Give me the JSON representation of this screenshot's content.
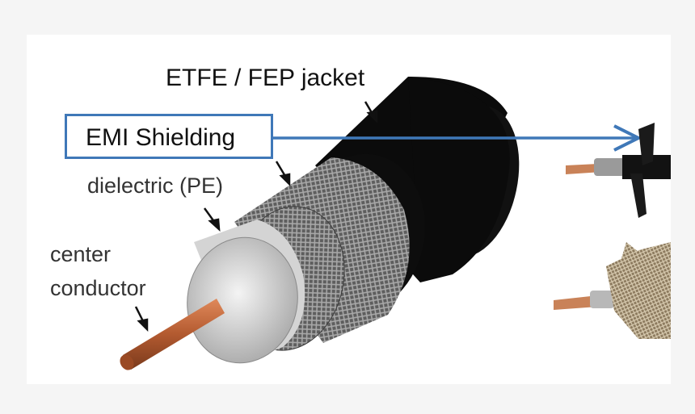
{
  "labels": {
    "jacket": "ETFE / FEP jacket",
    "shielding": "EMI Shielding",
    "dielectric": "dielectric (PE)",
    "center_line1": "center",
    "center_line2": "conductor"
  },
  "colors": {
    "highlight": "#3f78b8",
    "copper": "#c0643a",
    "jacket": "#0a0a0a",
    "dielectric": "#d8d8d8",
    "shield": "#6a6a6a"
  }
}
